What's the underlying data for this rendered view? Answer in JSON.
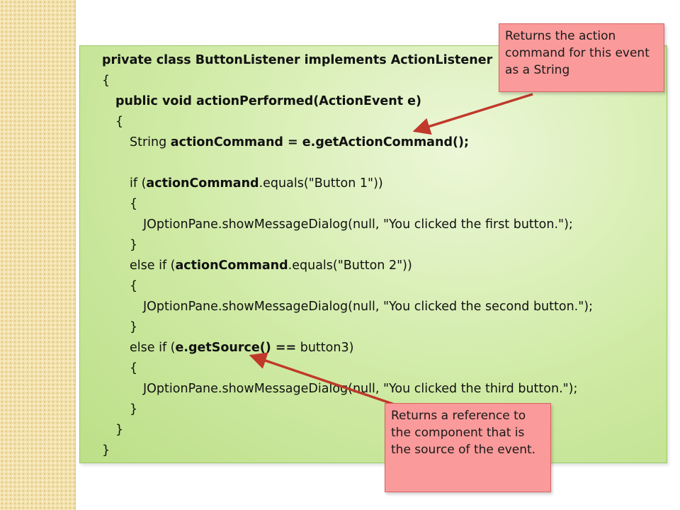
{
  "code": {
    "line_1": [
      "private class ButtonListener implements ActionListener",
      ""
    ],
    "line_2": [
      "{"
    ],
    "line_3": [
      "public void actionPerformed(ActionEvent e)"
    ],
    "line_4": [
      "{"
    ],
    "line_5": [
      "String ",
      "actionCommand = e.getActionCommand();"
    ],
    "line_6": [
      "if (",
      "actionCommand",
      ".equals(\"Button 1\"))"
    ],
    "line_7": [
      "{"
    ],
    "line_8": [
      "JOptionPane.showMessageDialog(null, \"You clicked the first button.\");"
    ],
    "line_9": [
      "}"
    ],
    "line_10": [
      "else if (",
      "actionCommand",
      ".equals(\"Button 2\"))"
    ],
    "line_11": [
      "{"
    ],
    "line_12": [
      "JOptionPane.showMessageDialog(null, \"You clicked the second button.\");"
    ],
    "line_13": [
      "}"
    ],
    "line_14": [
      "else if (",
      "e.getSource() ==",
      " button3)"
    ],
    "line_15": [
      "{"
    ],
    "line_16": [
      "JOptionPane.showMessageDialog(null, \"You clicked the third button.\");"
    ],
    "line_17": [
      "}"
    ],
    "line_18": [
      "}"
    ],
    "line_19": [
      "}"
    ]
  },
  "callouts": {
    "action_command_note": "Returns the action command for this event as a String",
    "source_note": "Returns a reference to the component that is the source of the event."
  },
  "colors": {
    "code_background": "#cfeaa4",
    "callout_background": "#fa9a9a",
    "arrow": "#c0392b",
    "side_strip": "#f3e2ad"
  }
}
